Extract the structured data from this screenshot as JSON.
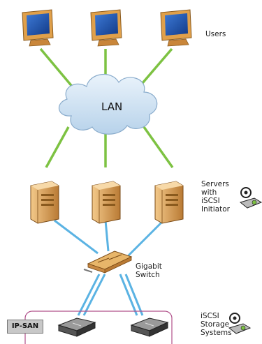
{
  "labels": {
    "users": "Users",
    "lan": "LAN",
    "servers": [
      "Servers",
      "with",
      "iSCSI",
      "Initiator"
    ],
    "switch": [
      "Gigabit",
      "Switch"
    ],
    "storage": [
      "iSCSI",
      "Storage",
      "Systems"
    ],
    "ip_san": "IP-SAN"
  },
  "colors": {
    "lan_links": "#7dc242",
    "san_links": "#5bb3e3",
    "cloud_fill": "#d6e8f5",
    "cloud_stroke": "#8aaccc",
    "ipsan_border": "#b0508a",
    "server_body": "#d9a15a"
  },
  "icons": {
    "user": "desktop-computer-icon",
    "server": "server-tower-icon",
    "switch": "network-switch-icon",
    "storage": "storage-array-icon",
    "initiator": "iscsi-disk-icon"
  }
}
